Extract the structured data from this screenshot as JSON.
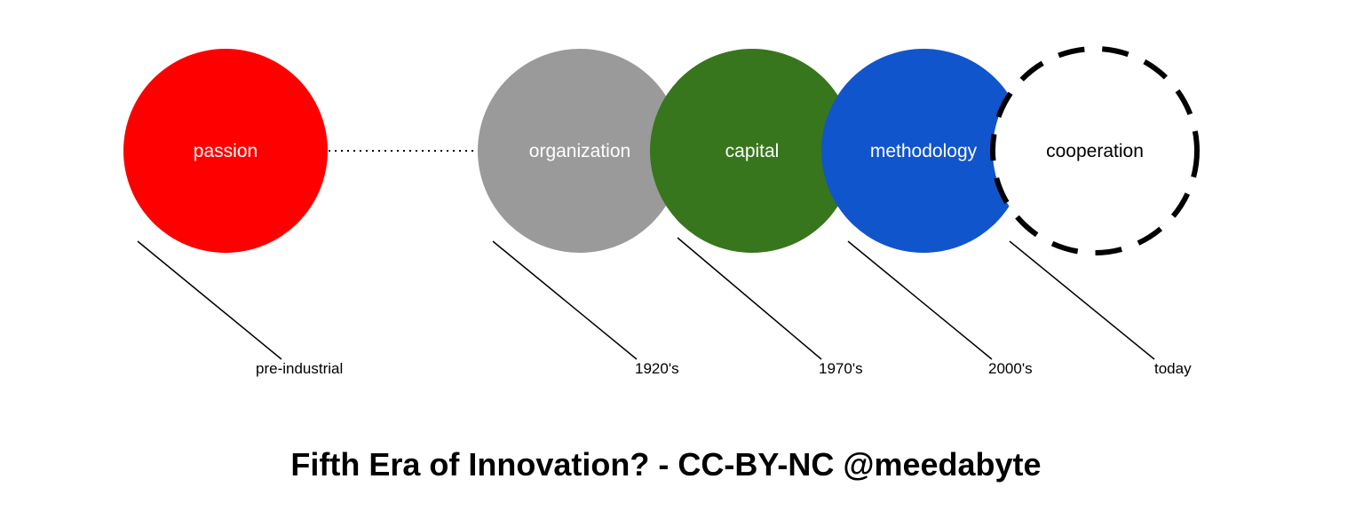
{
  "eras": [
    {
      "label": "passion",
      "date": "pre-industrial",
      "color": "#ff0000",
      "text_color": "#ffffff"
    },
    {
      "label": "organization",
      "date": "1920's",
      "color": "#9a9a9a",
      "text_color": "#ffffff"
    },
    {
      "label": "capital",
      "date": "1970's",
      "color": "#38761d",
      "text_color": "#ffffff"
    },
    {
      "label": "methodology",
      "date": "2000's",
      "color": "#1155cc",
      "text_color": "#ffffff"
    },
    {
      "label": "cooperation",
      "date": "today",
      "color": "#ffffff",
      "text_color": "#000000"
    }
  ],
  "title": "Fifth Era of Innovation? - CC-BY-NC @meedabyte"
}
